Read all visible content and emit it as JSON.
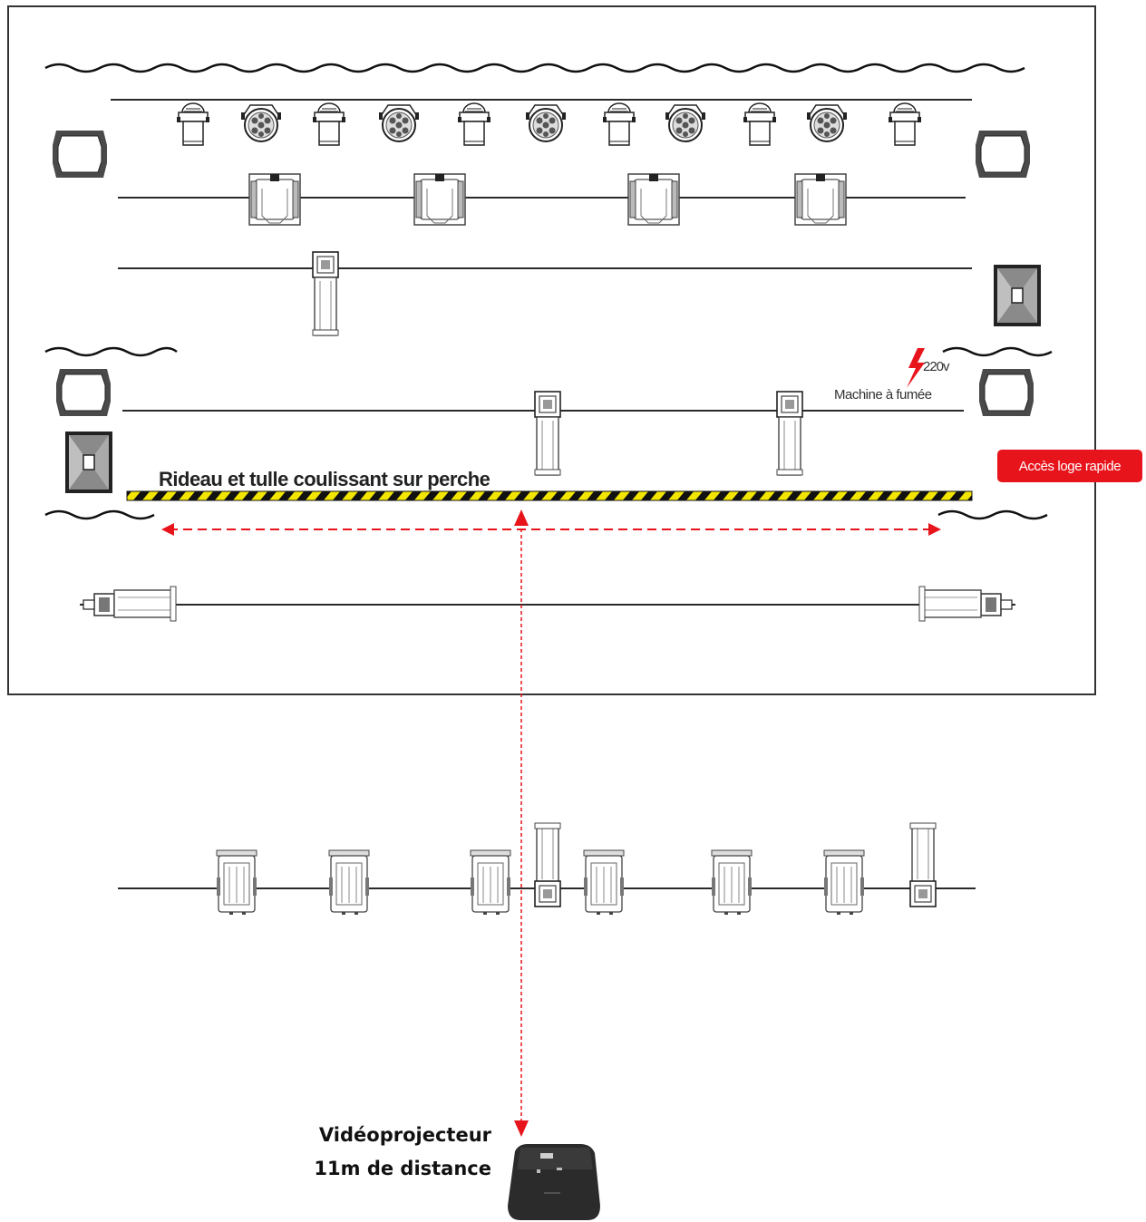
{
  "labels": {
    "curtain": "Rideau et tulle coulissant sur perche",
    "voltage": "220v",
    "smoke_machine": "Machine à fumée",
    "quick_access": "Accès loge rapide",
    "projector_line1": "Vidéoprojecteur",
    "projector_line2": "11m de distance"
  },
  "icons": {
    "par": "par-can-icon",
    "led_par": "led-par-icon",
    "wash": "wash-light-icon",
    "spot": "moving-head-icon",
    "monitor": "stage-monitor-icon",
    "speaker": "speaker-icon",
    "power": "lightning-bolt-icon",
    "projector": "video-projector-icon"
  },
  "colors": {
    "frame": "#333333",
    "rig_line": "#2a2a2a",
    "dimension_arrow": "#e8141b",
    "hazard_yellow": "#f2e500",
    "hazard_black": "#111111",
    "badge_bg": "#e8141b",
    "projector_body": "#2b2b2b"
  }
}
